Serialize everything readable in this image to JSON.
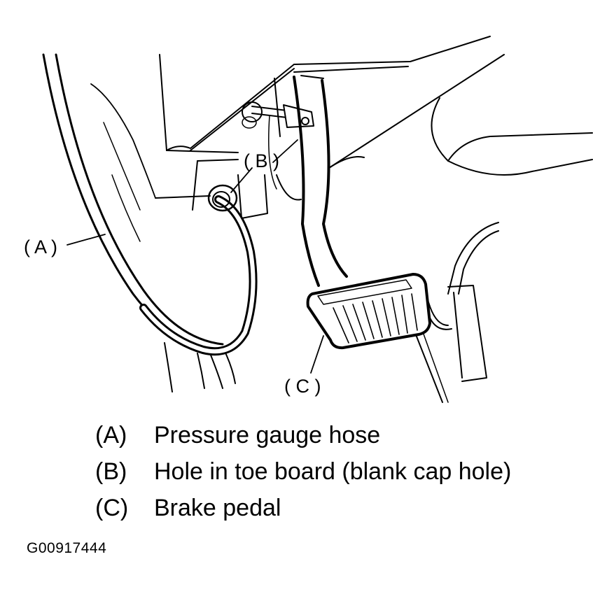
{
  "callouts": {
    "a": "( A )",
    "b": "( B )",
    "c": "( C )"
  },
  "legend": [
    {
      "key": "(A)",
      "text": "Pressure gauge hose"
    },
    {
      "key": "(B)",
      "text": "Hole in toe board (blank cap hole)"
    },
    {
      "key": "(C)",
      "text": "Brake pedal"
    }
  ],
  "figure_id": "G00917444",
  "colors": {
    "ink": "#000000",
    "paper": "#ffffff"
  }
}
